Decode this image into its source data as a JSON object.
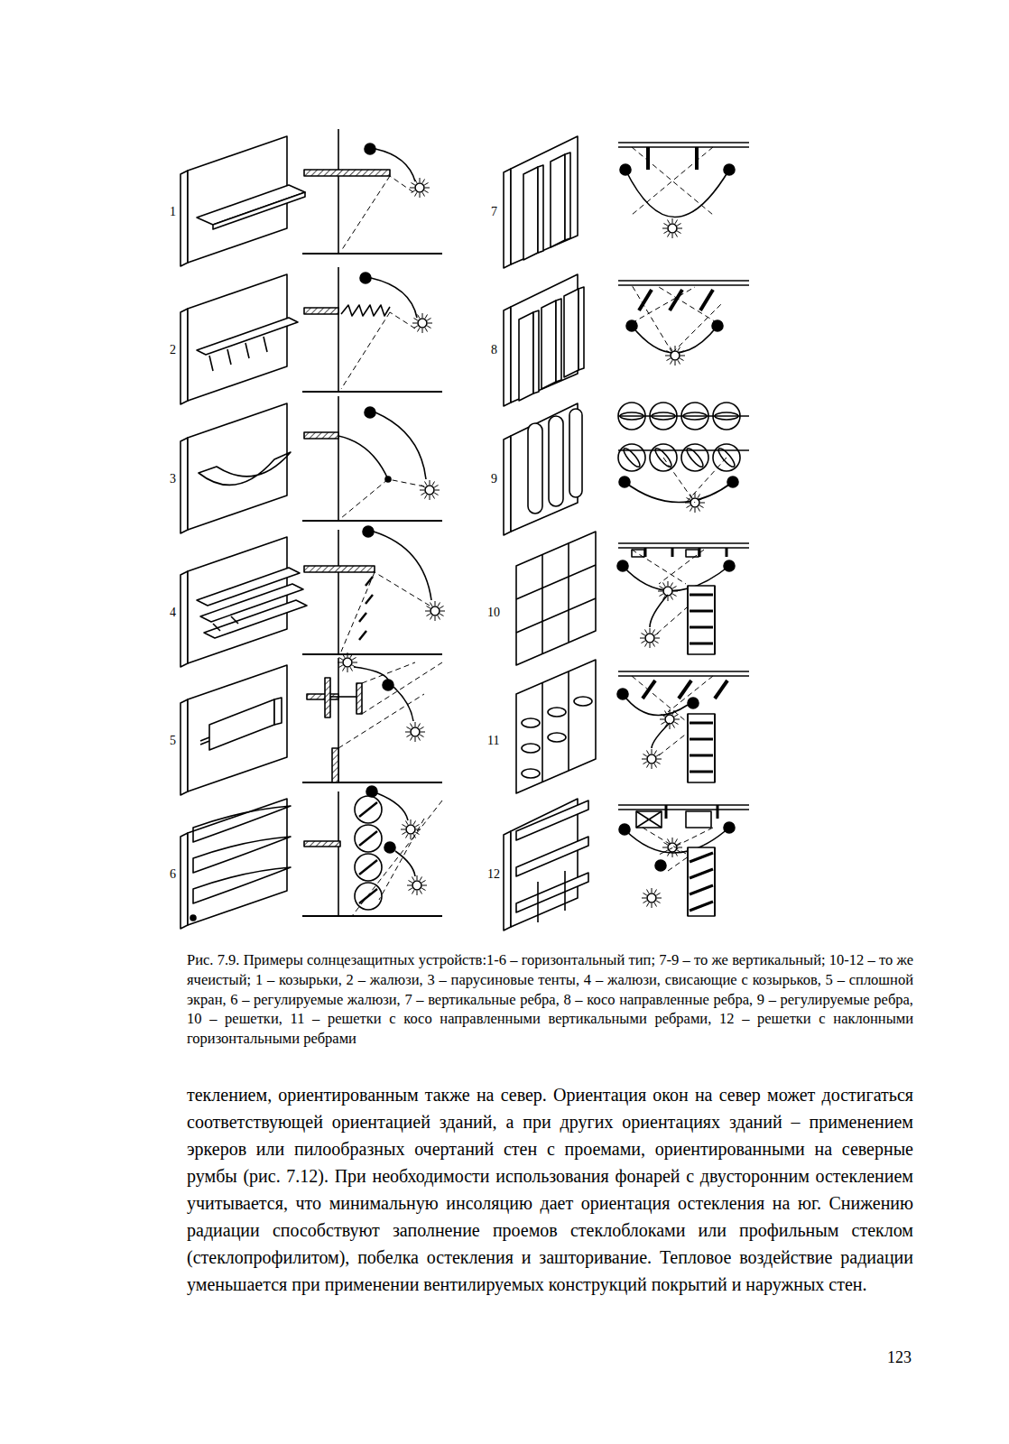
{
  "diagram": {
    "caption": "Рис. 7.9. Примеры солнцезащитных устройств:1-6 – горизонтальный тип; 7-9 – то же вертикальный; 10-12 – то же ячеистый; 1 – козырьки, 2 – жалюзи, 3 – парусиновые тенты, 4 – жалюзи, свисающие с козырьков, 5 – сплошной экран, 6 – регулируемые жалюзи, 7 – вертикальные ребра, 8 – косо направленные ребра, 9 – регулируемые ребра, 10 – решетки, 11 – решетки с косо направленными вертикальными ребрами, 12 – решетки с наклонными горизонтальными ребрами",
    "labels": [
      "1",
      "2",
      "3",
      "4",
      "5",
      "6",
      "7",
      "8",
      "9",
      "10",
      "11",
      "12",
      "теклением, ориентированным также на север. Ориентация окон на север может достигаться соответствующей ориентацией зданий, а при других ориентациях зданий – применением эркеров или пилообразных очертаний стен с проемами, ориентированными на северные румбы (рис. 7.12). При необходимости использования фонарей с двусторонним остеклением учитывается, что минимальную инсоляцию дает ориентация остекления на юг. Снижению радиации способствуют заполнение проемов стеклоблоками или профильным стеклом (стеклопрофилитом), побелка остекления и зашторивание. Тепловое воздействие радиации уменьшается при применении вентилируемых конструкций покрытий и наружных стен.",
      "123"
    ]
  }
}
